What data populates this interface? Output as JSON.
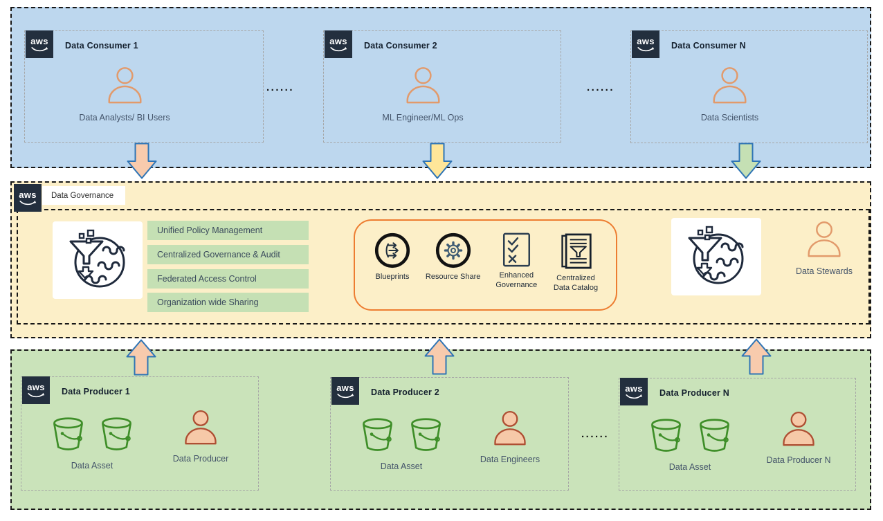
{
  "diagram": {
    "aws_logo_text": "aws",
    "consumers": {
      "separator": "......",
      "boxes": [
        {
          "title": "Data Consumer 1",
          "person_label": "Data Analysts/ BI Users"
        },
        {
          "title": "Data Consumer 2",
          "person_label": "ML Engineer/ML Ops"
        },
        {
          "title": "Data Consumer N",
          "person_label": "Data Scientists"
        }
      ]
    },
    "governance": {
      "title": "Data Governance",
      "policies": [
        "Unified Policy Management",
        "Centralized  Governance & Audit",
        "Federated Access Control",
        "Organization wide Sharing"
      ],
      "capabilities": [
        {
          "label": "Blueprints",
          "icon": "blueprints-icon"
        },
        {
          "label": "Resource Share",
          "icon": "resource-share-icon"
        },
        {
          "label": "Enhanced Governance",
          "icon": "enhanced-governance-icon"
        },
        {
          "label": "Centralized Data Catalog",
          "icon": "centralized-data-catalog-icon"
        }
      ],
      "steward_label": "Data Stewards"
    },
    "producers": {
      "separator": "......",
      "boxes": [
        {
          "title": "Data Producer 1",
          "asset_label": "Data Asset",
          "person_label": "Data Producer"
        },
        {
          "title": "Data Producer 2",
          "asset_label": "Data Asset",
          "person_label": "Data Engineers"
        },
        {
          "title": "Data Producer N",
          "asset_label": "Data Asset",
          "person_label": "Data Producer N"
        }
      ]
    },
    "colors": {
      "consumer_section_bg": "#BDD7EE",
      "governance_section_bg": "#FCEFC8",
      "producer_section_bg": "#CAE3BA",
      "policy_chip_bg": "#C5E0B4",
      "capability_box_border": "#ED7D31",
      "arrow_outline": "#2E74B5",
      "arrow_peach_fill": "#F8CBAD",
      "arrow_yellow_fill": "#FFE699",
      "arrow_green_fill": "#C5E0B4",
      "aws_logo_bg": "#232F3E",
      "icon_navy": "#1F2A3C",
      "bucket_green": "#3E8E28",
      "consumer_person_stroke": "#E29A6B",
      "producer_person_stroke": "#AE4F33"
    }
  }
}
